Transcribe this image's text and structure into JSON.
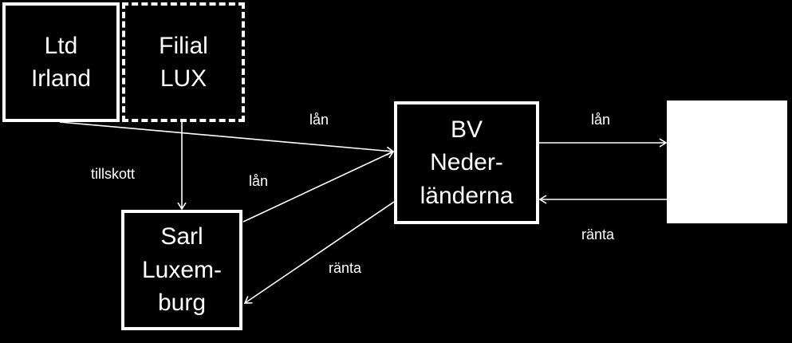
{
  "boxes": {
    "ltd": "Ltd\nIrland",
    "filial": "Filial\nLUX",
    "bv": "BV\nNeder-\nländerna",
    "sarl": "Sarl\nLuxem-\nburg"
  },
  "labels": {
    "lan_1": "lån",
    "tillskott": "tillskott",
    "lan_2": "lån",
    "lan_3": "lån",
    "ranta_1": "ränta",
    "ranta_2": "ränta"
  },
  "colors": {
    "background": "#000000",
    "foreground": "#ffffff"
  }
}
